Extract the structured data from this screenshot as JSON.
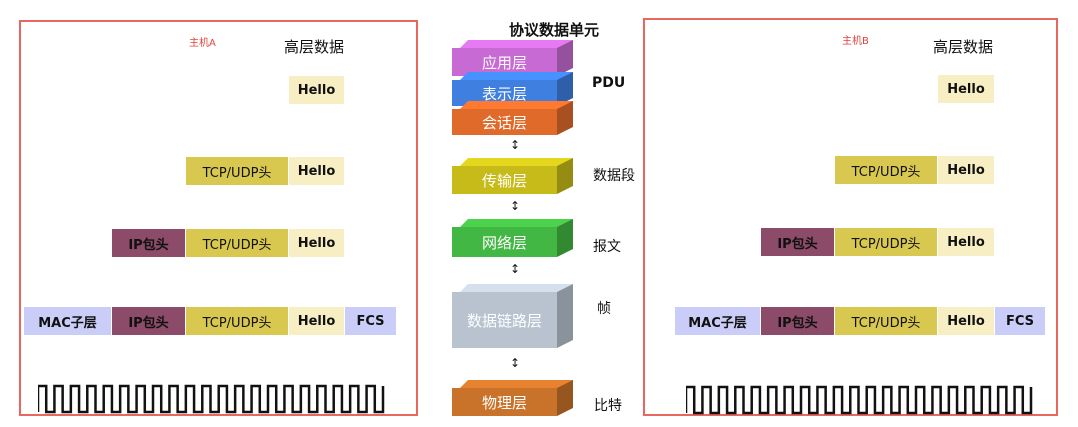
{
  "title": "协议数据单元",
  "host_a": {
    "label": "主机A",
    "header": "高层数据",
    "rows": {
      "r1": {
        "hello": "Hello"
      },
      "r2": {
        "tcp": "TCP/UDP头",
        "hello": "Hello"
      },
      "r3": {
        "ip": "IP包头",
        "tcp": "TCP/UDP头",
        "hello": "Hello"
      },
      "r4": {
        "mac": "MAC子层",
        "ip": "IP包头",
        "tcp": "TCP/UDP头",
        "hello": "Hello",
        "fcs": "FCS"
      }
    }
  },
  "host_b": {
    "label": "主机B",
    "header": "高层数据",
    "rows": {
      "r1": {
        "hello": "Hello"
      },
      "r2": {
        "tcp": "TCP/UDP头",
        "hello": "Hello"
      },
      "r3": {
        "ip": "IP包头",
        "tcp": "TCP/UDP头",
        "hello": "Hello"
      },
      "r4": {
        "mac": "MAC子层",
        "ip": "IP包头",
        "tcp": "TCP/UDP头",
        "hello": "Hello",
        "fcs": "FCS"
      }
    }
  },
  "layers": {
    "application": "应用层",
    "presentation": "表示层",
    "session": "会话层",
    "transport": "传输层",
    "network": "网络层",
    "datalink": "数据链路层",
    "physical": "物理层"
  },
  "pdu_labels": {
    "pdu": "PDU",
    "segment": "数据段",
    "packet": "报文",
    "frame": "帧",
    "bit": "比特"
  },
  "arrow_glyph": "↕",
  "colors": {
    "box_border": "#e8675f",
    "application": "#c76ad3",
    "presentation": "#3f7fe0",
    "session": "#e06a2a",
    "transport": "#c7bb1a",
    "network": "#43b743",
    "datalink": "#b8c3cf",
    "physical": "#c9722a"
  }
}
